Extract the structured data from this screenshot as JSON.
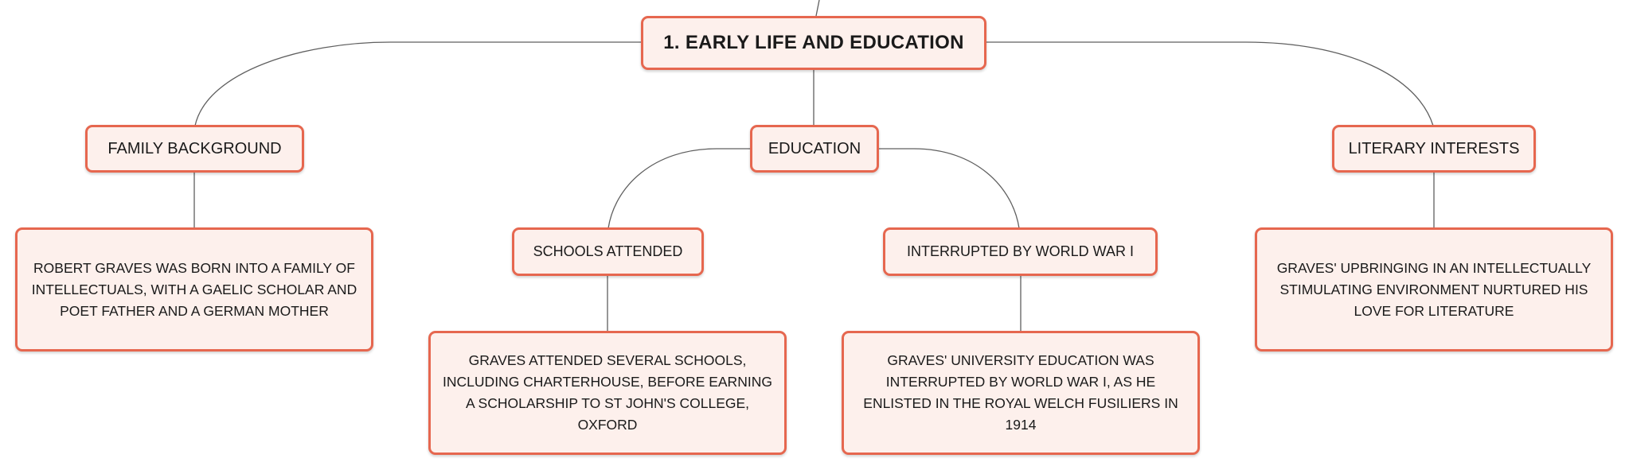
{
  "diagram": {
    "root": {
      "label": "1. EARLY LIFE AND EDUCATION"
    },
    "family": {
      "label": "FAMILY BACKGROUND",
      "detail": "ROBERT GRAVES WAS BORN INTO A FAMILY OF INTELLECTUALS, WITH A GAELIC SCHOLAR AND POET FATHER AND A GERMAN MOTHER"
    },
    "education": {
      "label": "EDUCATION",
      "schools": {
        "label": "SCHOOLS ATTENDED",
        "detail": "GRAVES ATTENDED SEVERAL SCHOOLS, INCLUDING CHARTERHOUSE, BEFORE EARNING A SCHOLARSHIP TO ST JOHN'S COLLEGE, OXFORD"
      },
      "interrupted": {
        "label": "INTERRUPTED BY WORLD WAR I",
        "detail": "GRAVES' UNIVERSITY EDUCATION WAS INTERRUPTED BY WORLD WAR I, AS HE ENLISTED IN THE ROYAL WELCH FUSILIERS IN 1914"
      }
    },
    "literary": {
      "label": "LITERARY INTERESTS",
      "detail": "GRAVES' UPBRINGING IN AN INTELLECTUALLY STIMULATING ENVIRONMENT NURTURED HIS LOVE FOR LITERATURE"
    }
  },
  "colors": {
    "node_fill": "#fdf0ec",
    "node_border": "#e6674f",
    "connector": "#5f5f5f"
  }
}
